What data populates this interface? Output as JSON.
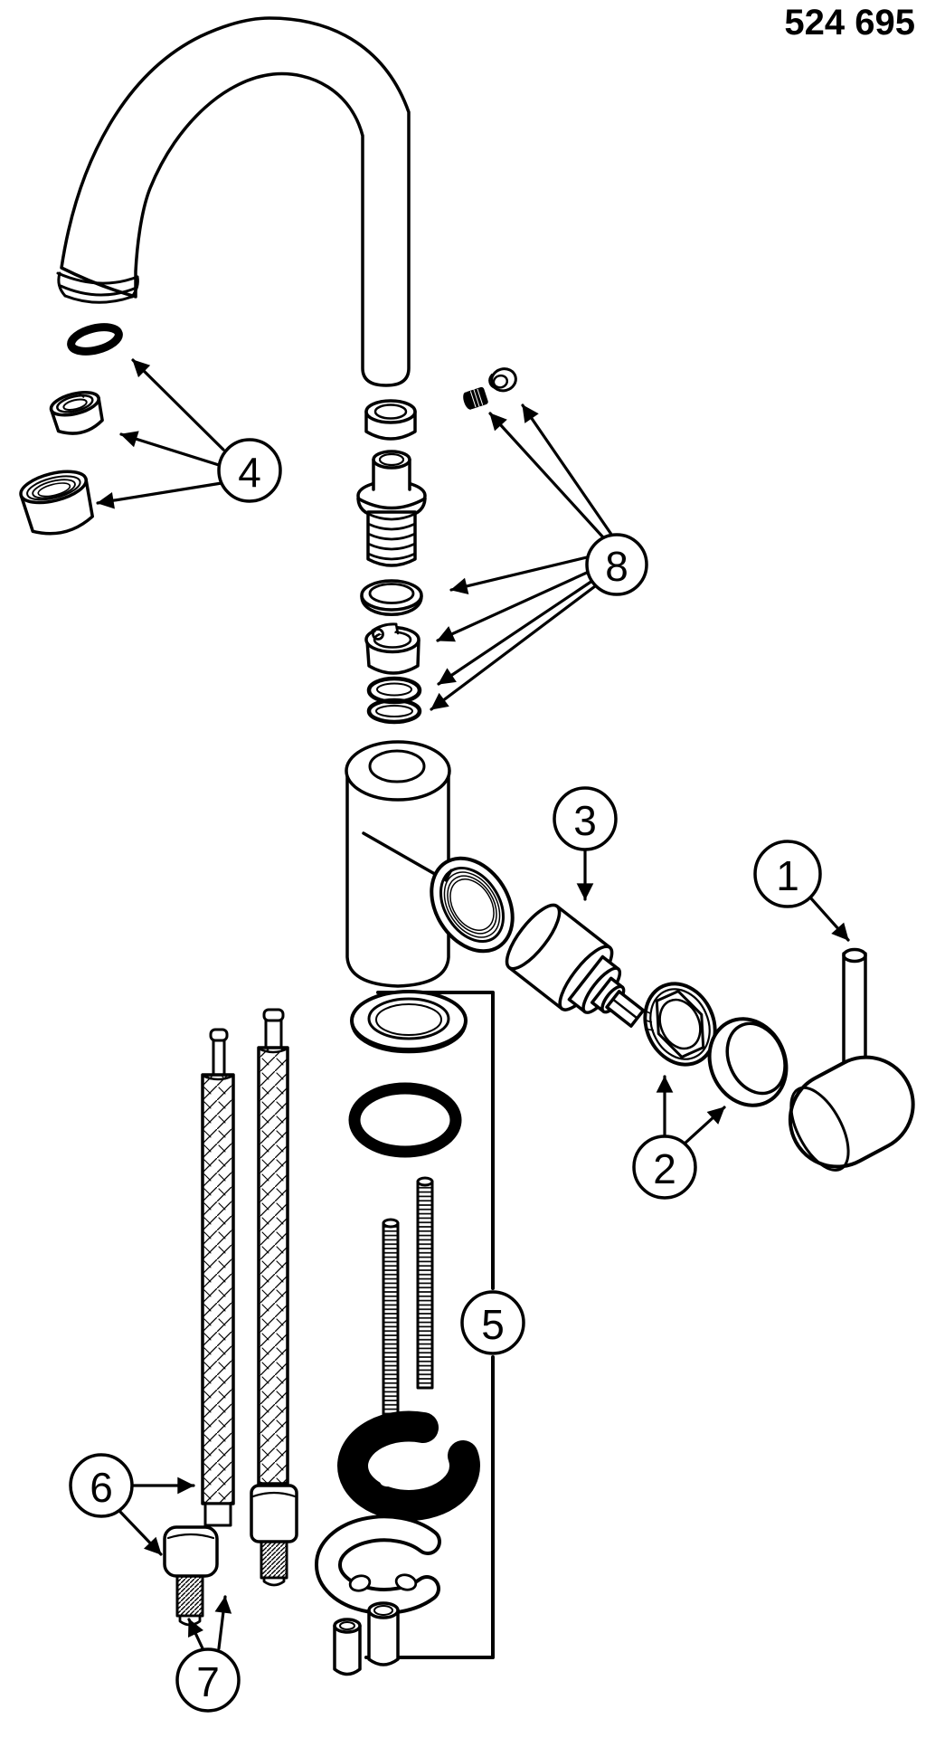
{
  "title": "524 695",
  "colors": {
    "line": "#000000",
    "background": "#ffffff"
  },
  "diagram": {
    "labels": [
      "1",
      "2",
      "3",
      "4",
      "5",
      "6",
      "7",
      "8"
    ]
  }
}
